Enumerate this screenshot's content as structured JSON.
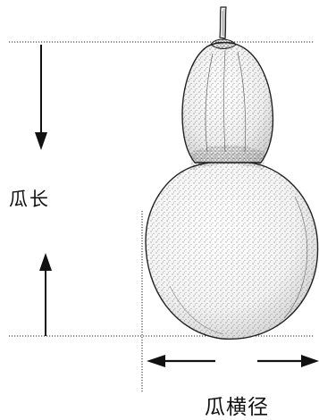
{
  "labels": {
    "length": "瓜长",
    "width": "瓜横径"
  },
  "colors": {
    "ink": "#111111",
    "guide_line": "#222222",
    "background": "#ffffff"
  },
  "icons": [
    "arrow-down-icon",
    "arrow-up-icon",
    "arrow-left-icon",
    "arrow-right-icon",
    "gourd-illustration"
  ]
}
